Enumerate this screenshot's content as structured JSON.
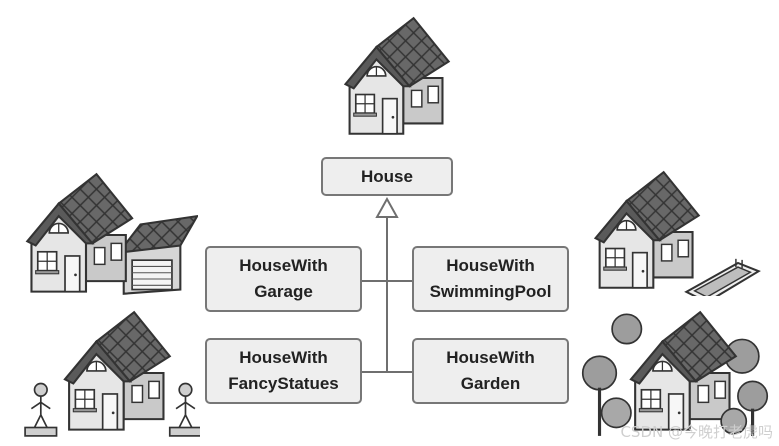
{
  "diagram": {
    "base_class": {
      "name": "House"
    },
    "subclasses": [
      {
        "line1": "HouseWith",
        "line2": "Garage"
      },
      {
        "line1": "HouseWith",
        "line2": "SwimmingPool"
      },
      {
        "line1": "HouseWith",
        "line2": "FancyStatues"
      },
      {
        "line1": "HouseWith",
        "line2": "Garden"
      }
    ]
  },
  "illustrations": [
    {
      "icon": "house-icon"
    },
    {
      "icon": "house-with-garage-icon"
    },
    {
      "icon": "house-with-pool-icon"
    },
    {
      "icon": "house-with-statues-icon"
    },
    {
      "icon": "house-with-garden-icon"
    }
  ],
  "watermark": {
    "text": "CSDN @今晚打老虎吗"
  },
  "colors": {
    "box_fill": "#eeeeee",
    "box_border": "#777777",
    "roof": "#666666",
    "wall": "#e6e6e6",
    "line": "#6f6f6f"
  }
}
